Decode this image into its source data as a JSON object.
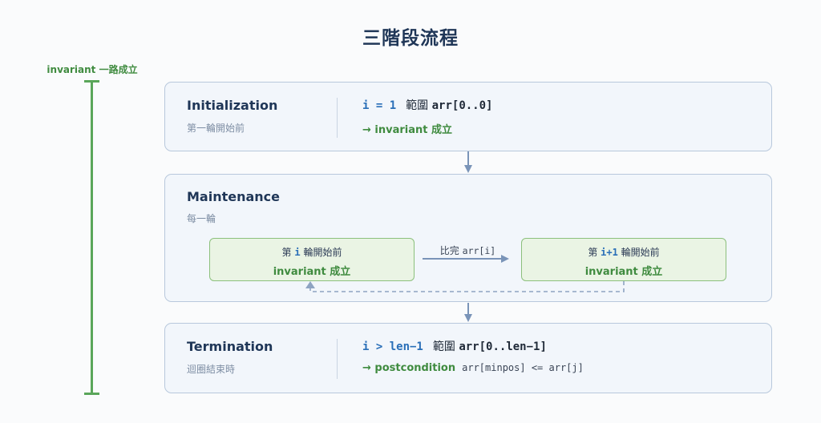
{
  "title": "三階段流程",
  "invariant_label": "invariant 一路成立",
  "stages": {
    "init": {
      "name": "Initialization",
      "sub": "第一輪開始前",
      "line1_code": "i = 1",
      "line1_text": "範圍",
      "line1_range": "arr[0..0]",
      "line2": "→ invariant 成立"
    },
    "maint": {
      "name": "Maintenance",
      "sub": "每一輪",
      "left_prefix": "第",
      "left_code": "i",
      "left_suffix": "輪開始前",
      "left_status": "invariant 成立",
      "arrow_text": "比完",
      "arrow_code": "arr[i]",
      "right_prefix": "第",
      "right_code": "i+1",
      "right_suffix": "輪開始前",
      "right_status": "invariant 成立"
    },
    "term": {
      "name": "Termination",
      "sub": "迴圈結束時",
      "line1_code": "i > len−1",
      "line1_text": "範圍",
      "line1_range": "arr[0..len−1]",
      "line2": "→ postcondition",
      "line2_code": "arr[minpos] <= arr[j]"
    }
  },
  "colors": {
    "accent_green": "#3f8b3f",
    "accent_blue": "#2a6fb8",
    "arrow": "#7a94b8",
    "stage_bg": "#f2f6fb",
    "inner_bg": "#eaf4e4"
  }
}
